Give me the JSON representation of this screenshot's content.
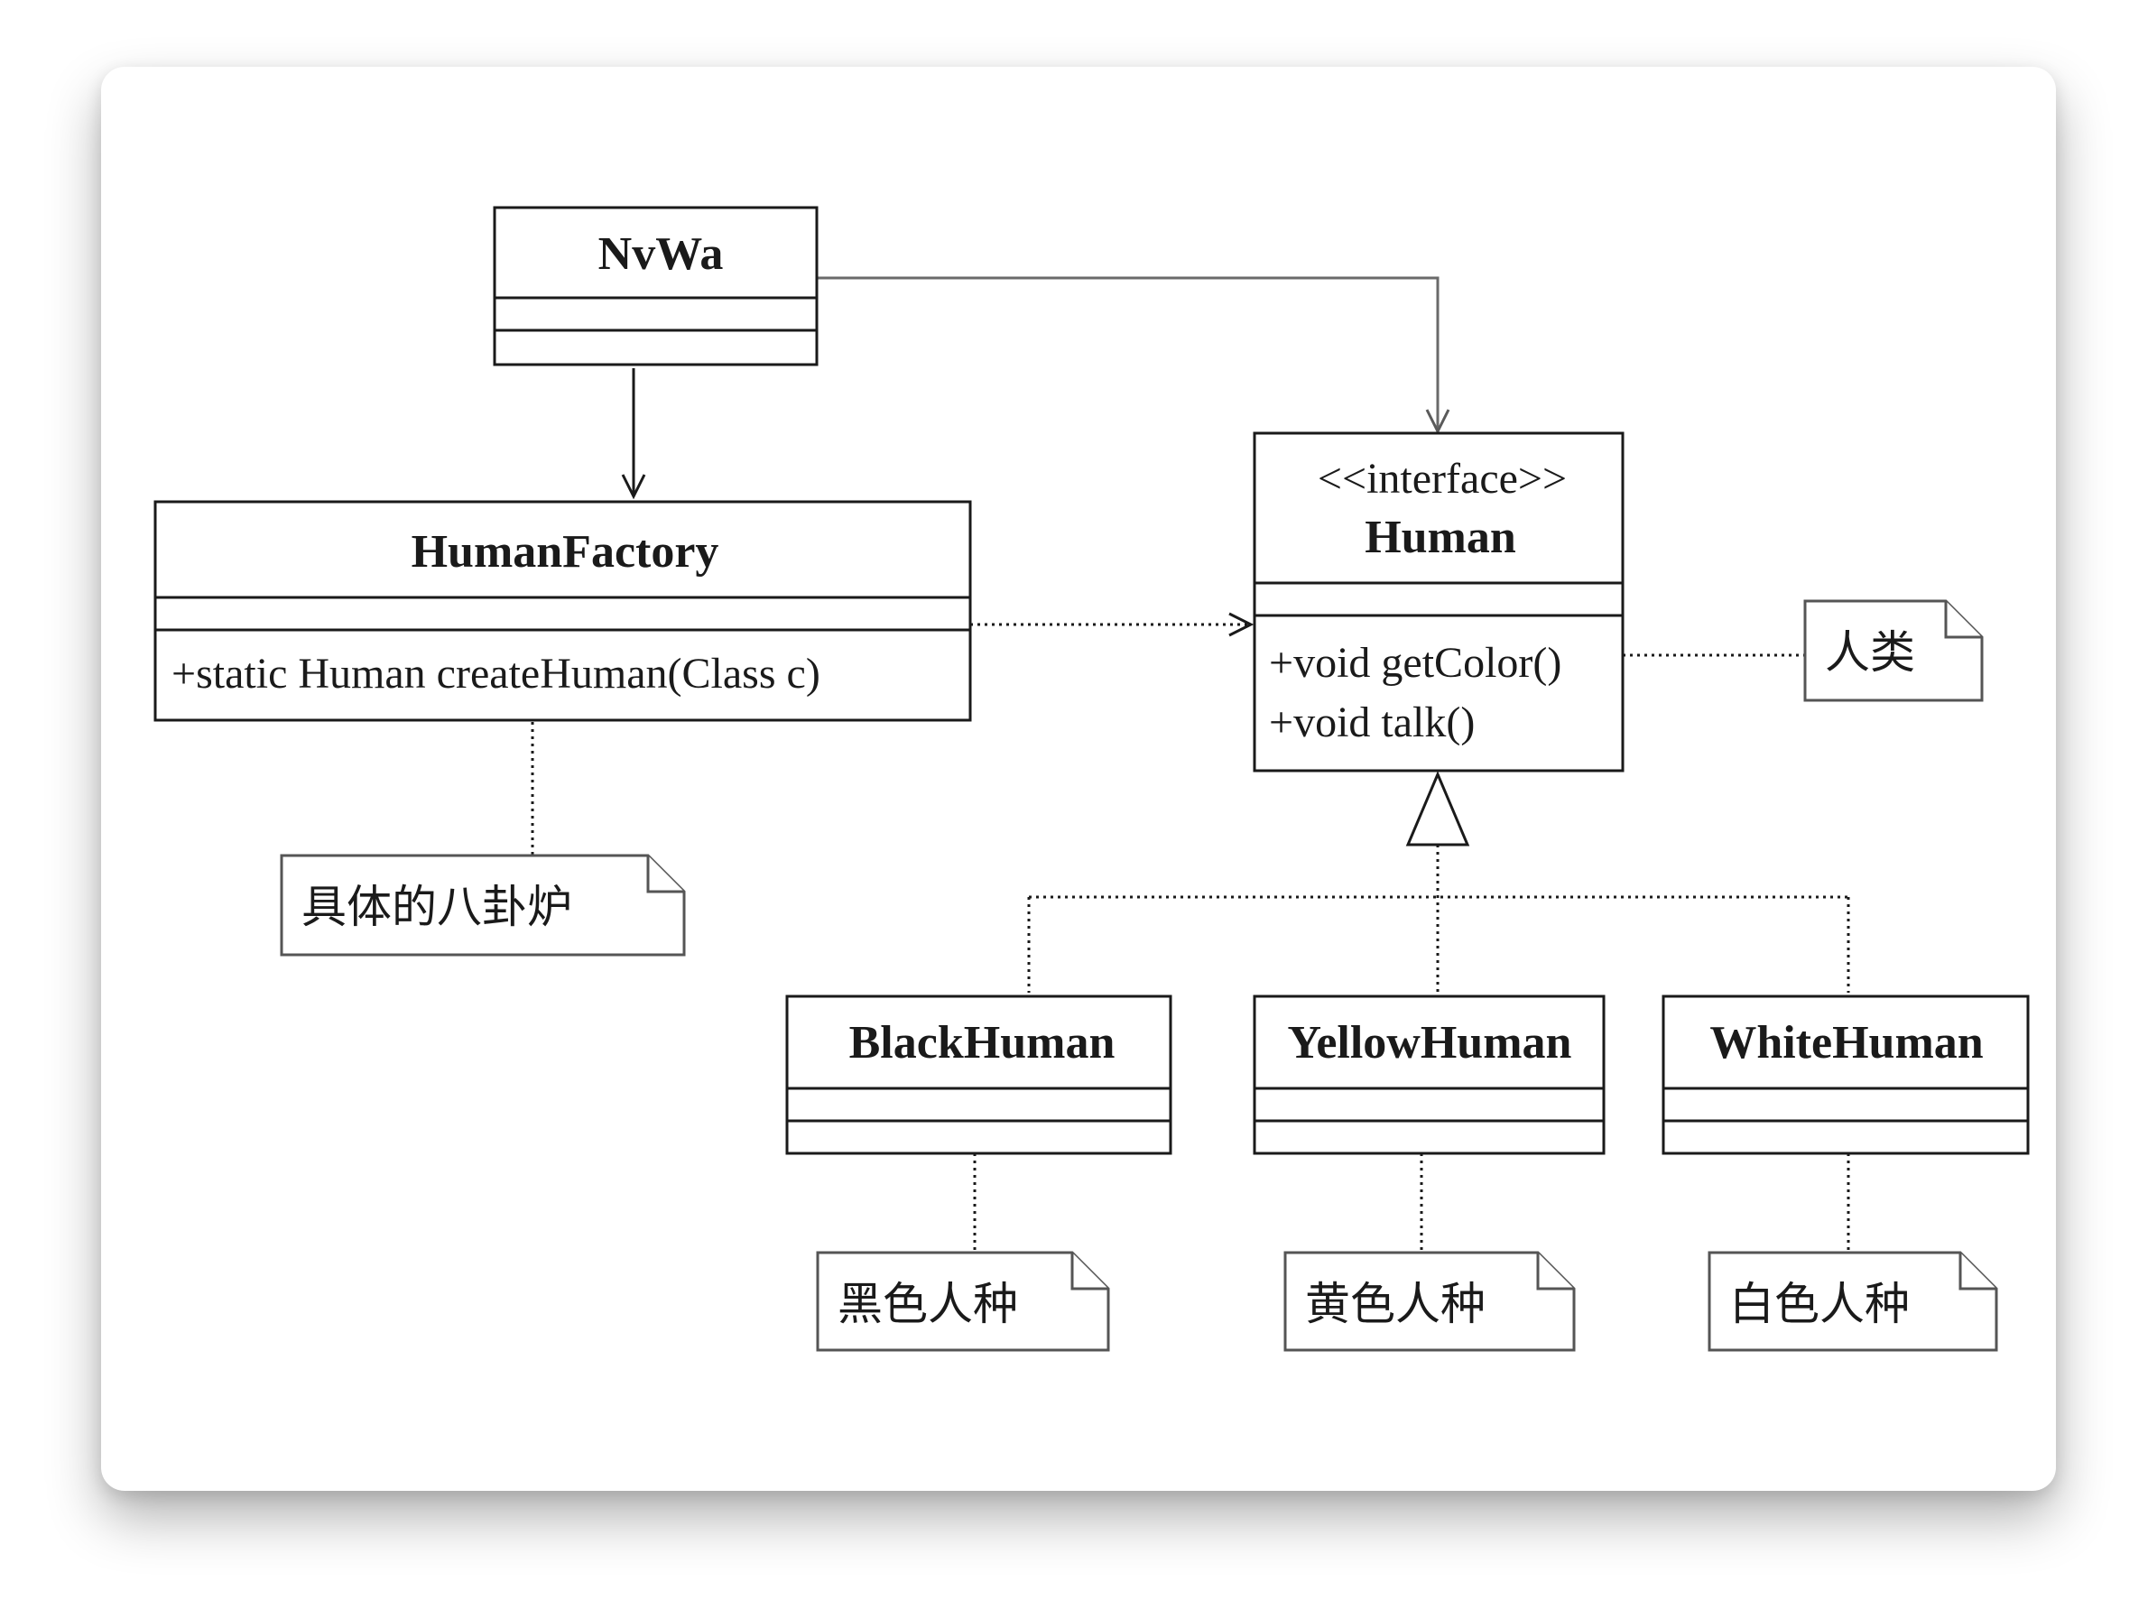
{
  "classes": {
    "nvwa": {
      "name": "NvWa"
    },
    "human_factory": {
      "name": "HumanFactory",
      "operations": [
        "+static Human createHuman(Class c)"
      ]
    },
    "human": {
      "stereotype": "<<interface>>",
      "name": "Human",
      "operations": [
        "+void getColor()",
        "+void talk()"
      ]
    },
    "black_human": {
      "name": "BlackHuman"
    },
    "yellow_human": {
      "name": "YellowHuman"
    },
    "white_human": {
      "name": "WhiteHuman"
    }
  },
  "notes": {
    "factory_note": "具体的八卦炉",
    "human_note": "人类",
    "black_note": "黑色人种",
    "yellow_note": "黄色人种",
    "white_note": "白色人种"
  }
}
